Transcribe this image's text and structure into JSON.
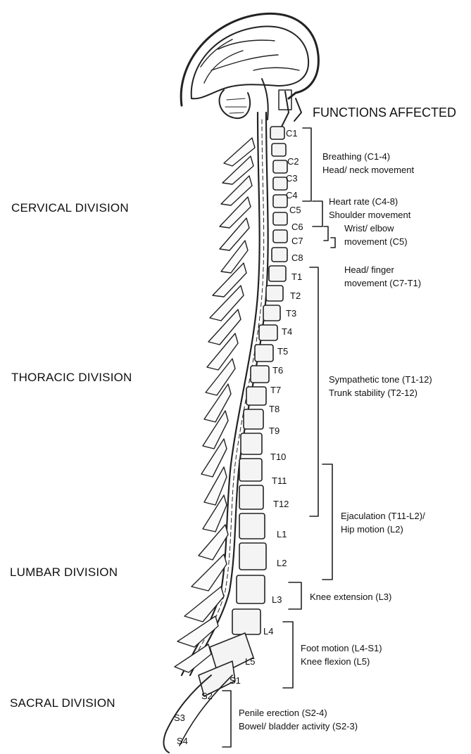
{
  "header": {
    "functions_title": "FUNCTIONS AFFECTED"
  },
  "divisions": {
    "cervical": "CERVICAL DIVISION",
    "thoracic": "THORACIC DIVISION",
    "lumbar": "LUMBAR DIVISION",
    "sacral": "SACRAL DIVISION"
  },
  "levels": [
    "C1",
    "C2",
    "C3",
    "C4",
    "C5",
    "C6",
    "C7",
    "C8",
    "T1",
    "T2",
    "T3",
    "T4",
    "T5",
    "T6",
    "T7",
    "T8",
    "T9",
    "T10",
    "T11",
    "T12",
    "L1",
    "L2",
    "L3",
    "L4",
    "L5",
    "S1",
    "S2",
    "S3",
    "S4"
  ],
  "functions": [
    {
      "line1": "Breathing (C1-4)",
      "line2": "Head/ neck movement"
    },
    {
      "line1": "Heart rate (C4-8)",
      "line2": "Shoulder movement"
    },
    {
      "line1": "Wrist/ elbow",
      "line2": "movement (C5)"
    },
    {
      "line1": "Head/ finger",
      "line2": "movement (C7-T1)"
    },
    {
      "line1": "Sympathetic tone (T1-12)",
      "line2": "Trunk stability (T2-12)"
    },
    {
      "line1": "Ejaculation (T11-L2)/",
      "line2": "Hip motion (L2)"
    },
    {
      "line1": "Knee extension (L3)",
      "line2": ""
    },
    {
      "line1": "Foot motion (L4-S1)",
      "line2": "Knee flexion (L5)"
    },
    {
      "line1": "Penile erection (S2-4)",
      "line2": "Bowel/ bladder activity (S2-3)"
    }
  ]
}
